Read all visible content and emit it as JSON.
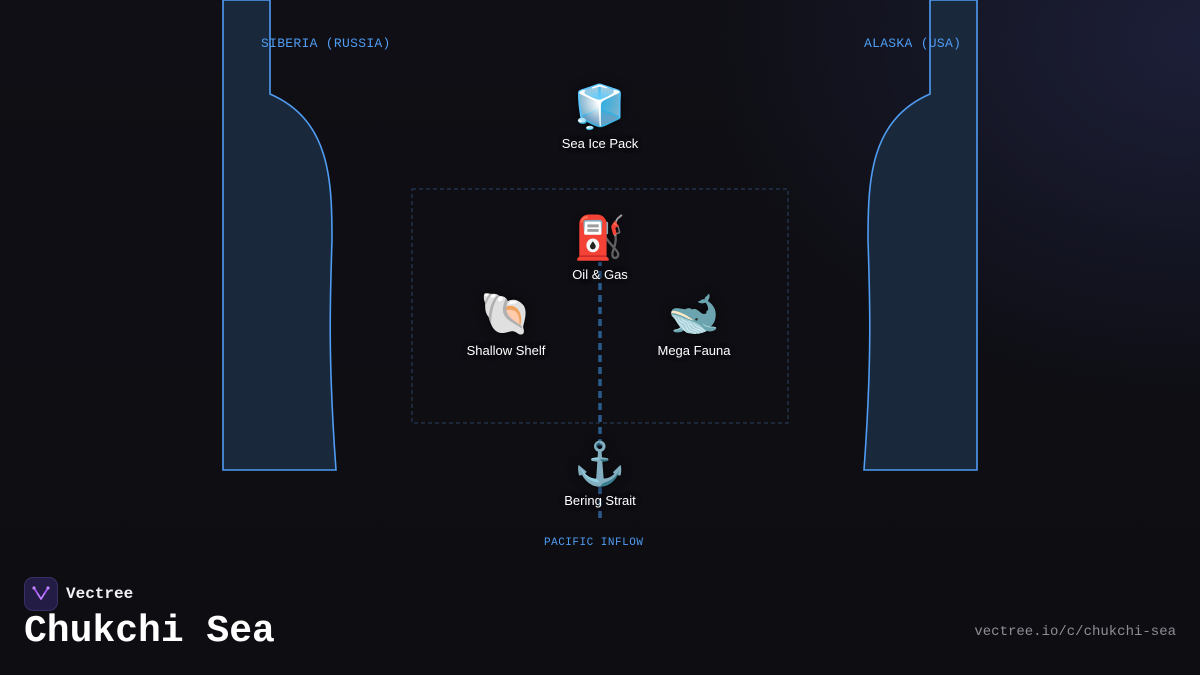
{
  "coasts": {
    "left_label": "SIBERIA (RUSSIA)",
    "right_label": "ALASKA (USA)"
  },
  "nodes": {
    "sea_ice": {
      "label": "Sea Ice Pack",
      "icon": "🧊",
      "icon_name": "ice-cube-icon"
    },
    "oil_gas": {
      "label": "Oil & Gas",
      "icon": "⛽",
      "icon_name": "fuel-pump-icon"
    },
    "shallow_shelf": {
      "label": "Shallow Shelf",
      "icon": "🐚",
      "icon_name": "shell-icon"
    },
    "mega_fauna": {
      "label": "Mega Fauna",
      "icon": "🐋",
      "icon_name": "whale-icon"
    },
    "bering_strait": {
      "label": "Bering Strait",
      "icon": "⚓",
      "icon_name": "anchor-icon"
    }
  },
  "flow": {
    "label": "PACIFIC INFLOW"
  },
  "footer": {
    "brand": "Vectree",
    "title": "Chukchi Sea",
    "url": "vectree.io/c/chukchi-sea"
  },
  "colors": {
    "background": "#0e0e14",
    "accent_blue": "#4f9cf2",
    "coast_fill": "#19283a",
    "flow_line": "#2c5a8c",
    "brand_purple": "#a855f7"
  }
}
